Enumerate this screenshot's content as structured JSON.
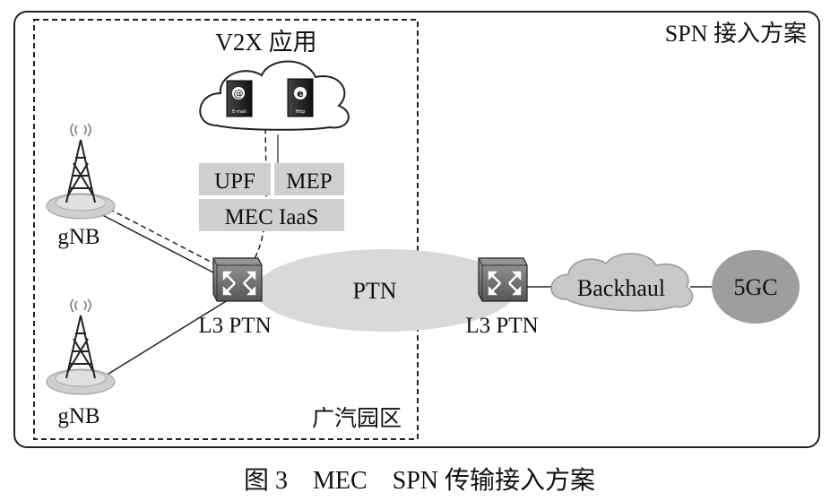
{
  "title": "SPN 接入方案",
  "region_label": "广汽园区",
  "cloud_label": "V2X 应用",
  "app_icons": [
    {
      "icon": "email-server-icon",
      "caption": "E-mail",
      "glyph": "@"
    },
    {
      "icon": "http-server-icon",
      "caption": "Http",
      "glyph": "e"
    }
  ],
  "mec_cells": [
    "UPF",
    "MEP",
    "MEC IaaS"
  ],
  "gnb_labels": [
    "gNB",
    "gNB"
  ],
  "router_labels": [
    "L3 PTN",
    "L3 PTN"
  ],
  "ptn_label": "PTN",
  "backhaul_label": "Backhaul",
  "core_label": "5GC",
  "caption": "图 3　MEC　SPN 传输接入方案"
}
